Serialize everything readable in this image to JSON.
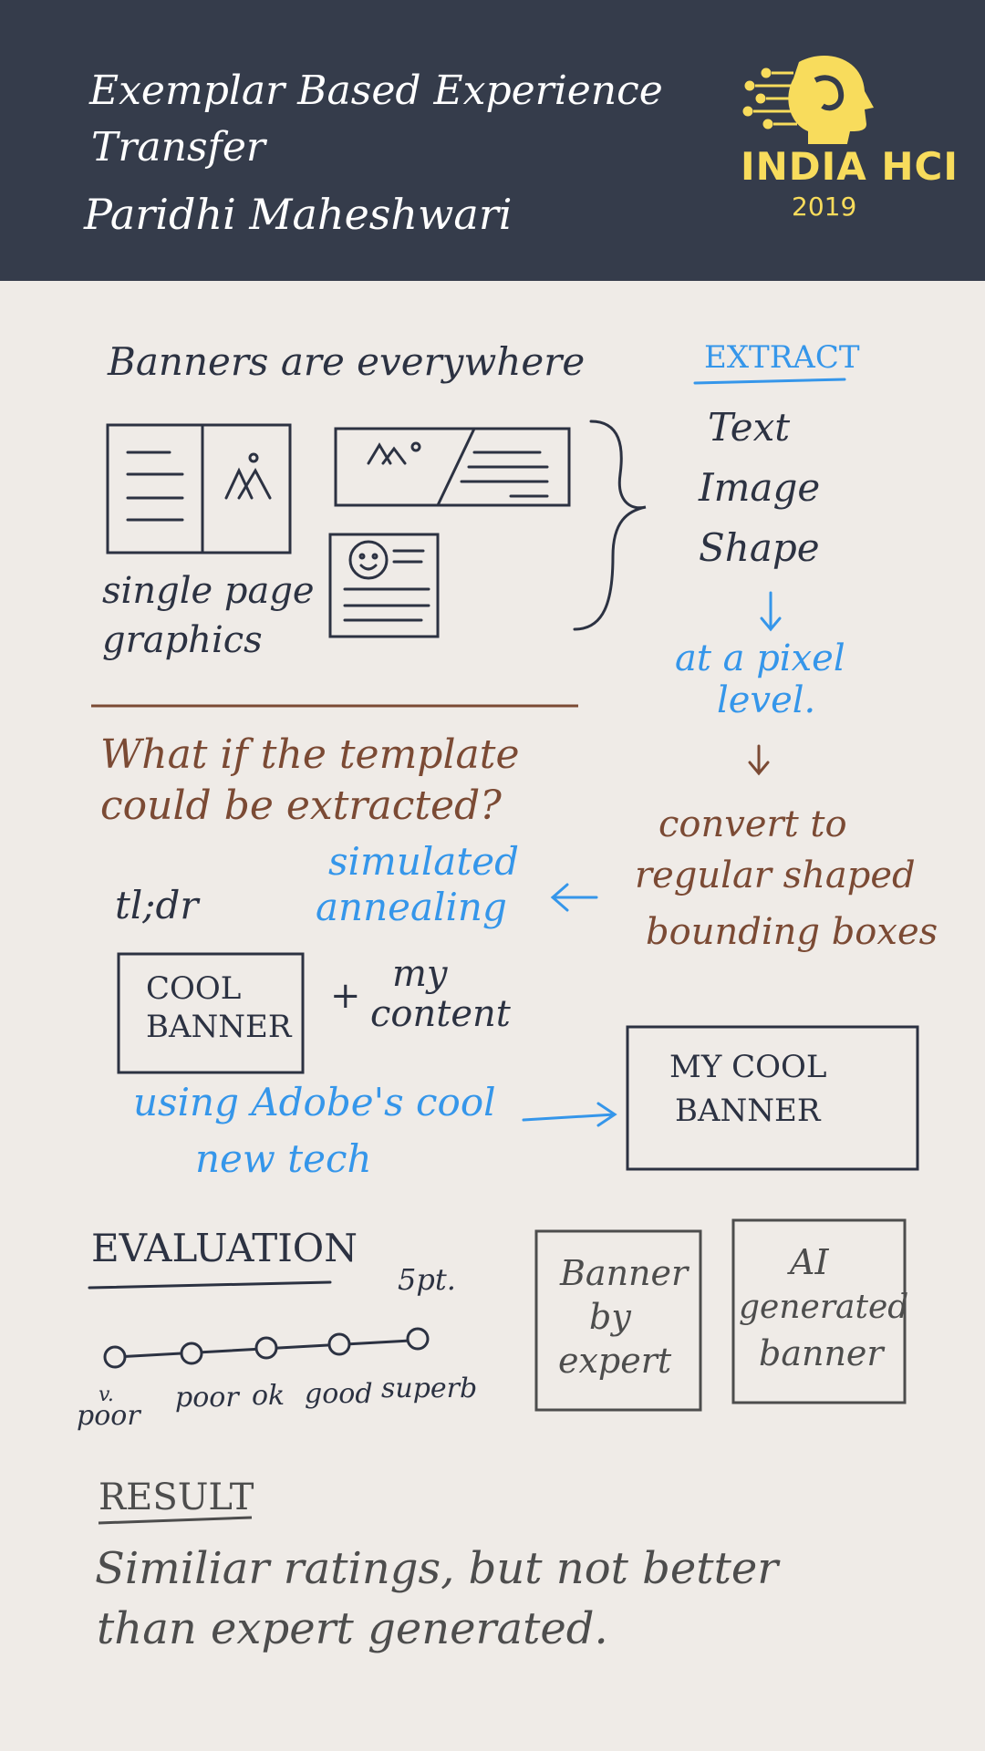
{
  "header": {
    "title_line1": "Exemplar Based Experience",
    "title_line2": "Transfer",
    "author": "Paridhi Maheshwari",
    "logo_name": "INDIA HCI",
    "logo_year": "2019",
    "logo_icon": "head-circuit-icon"
  },
  "banners": {
    "heading": "Banners are everywhere",
    "caption_line1": "single page",
    "caption_line2": "graphics"
  },
  "extract": {
    "heading": "EXTRACT",
    "items": [
      "Text",
      "Image",
      "Shape"
    ],
    "pixel_line1": "at a pixel",
    "pixel_line2": "level.",
    "convert_line1": "convert to",
    "convert_line2": "regular shaped",
    "convert_line3": "bounding boxes"
  },
  "template": {
    "question_line1": "What if the template",
    "question_line2": "could be extracted?",
    "tldr": "tl;dr",
    "sa_line1": "simulated",
    "sa_line2": "annealing",
    "box_line1": "COOL",
    "box_line2": "BANNER",
    "plus": "+",
    "content_line1": "my",
    "content_line2": "content",
    "adobe_line1": "using Adobe's cool",
    "adobe_line2": "new tech",
    "result_box_line1": "MY COOL",
    "result_box_line2": "BANNER"
  },
  "evaluation": {
    "heading": "EVALUATION",
    "scale_note": "5pt.",
    "scale_top_v": "v.",
    "scale": [
      "poor",
      "poor",
      "ok",
      "good",
      "superb"
    ],
    "card1": [
      "Banner",
      "by",
      "expert"
    ],
    "card2": [
      "AI",
      "generated",
      "banner"
    ]
  },
  "result": {
    "heading": "RESULT",
    "line1": "Similiar ratings, but not better",
    "line2": "than expert generated."
  },
  "colors": {
    "header_bg": "#353c4b",
    "paper": "#efebe7",
    "ink_dark": "#2c3242",
    "ink_blue": "#3596ea",
    "ink_brown": "#7b4a34",
    "logo_yellow": "#f8dc5c"
  }
}
